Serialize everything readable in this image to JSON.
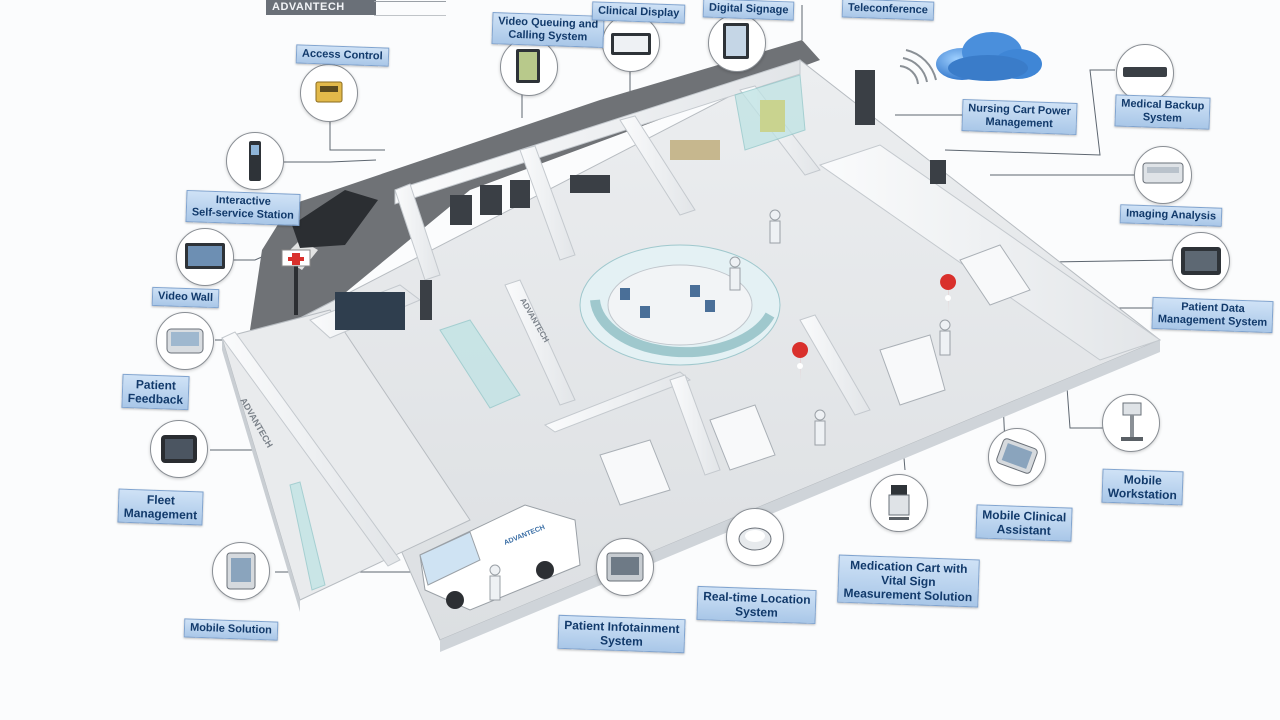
{
  "logo": {
    "brand": "ADVANTECH"
  },
  "labels": {
    "video_queuing": "Video Queuing and\nCalling System",
    "clinical_display": "Clinical Display",
    "digital_signage": "Digital Signage",
    "teleconference": "Teleconference",
    "access_control": "Access Control",
    "nursing_cart_power": "Nursing Cart Power\nManagement",
    "medical_backup": "Medical Backup\nSystem",
    "interactive_self_service": "Interactive\nSelf-service Station",
    "imaging_analysis": "Imaging Analysis",
    "video_wall": "Video Wall",
    "patient_data_management": "Patient Data\nManagement System",
    "patient_feedback": "Patient\nFeedback",
    "fleet_management": "Fleet\nManagement",
    "mobile_workstation": "Mobile\nWorkstation",
    "mobile_clinical_assistant": "Mobile Clinical\nAssistant",
    "medication_cart": "Medication Cart with\nVital Sign\nMeasurement Solution",
    "mobile_solution": "Mobile Solution",
    "rtls": "Real-time Location\nSystem",
    "patient_infotainment": "Patient Infotainment\nSystem"
  },
  "scene": {
    "ambulance_text": "ADVANTECH",
    "wall_text": "ADVANTECH"
  },
  "colors": {
    "label_fill": "#b9d3ef",
    "label_border": "#7fa3cf",
    "label_text": "#123a6b",
    "floor": "#e6e8ea",
    "wall": "#f4f6f8",
    "road": "#6f7276",
    "glass": "#bfe3e4",
    "cloud": "#3f86d6",
    "pin": "#d9302c"
  }
}
